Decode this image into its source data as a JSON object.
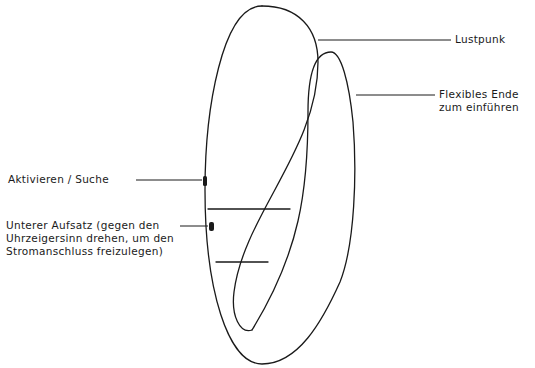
{
  "diagram": {
    "labels": [
      "Lustpunk",
      "Flexibles Ende zum einführen",
      "Aktivieren / Suche",
      "Unterer Aufsatz (gegen den Uhrzeigersinn drehen, um den Stromanschluss freizulegen)"
    ]
  }
}
